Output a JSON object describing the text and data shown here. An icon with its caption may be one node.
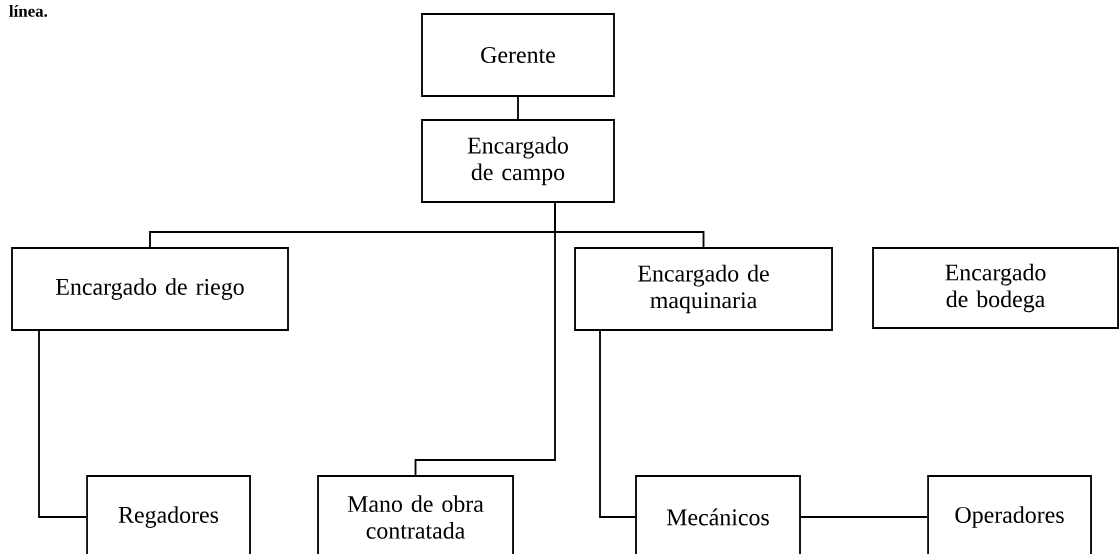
{
  "diagram": {
    "nodes": [
      {
        "text": [
          "Gerente"
        ]
      },
      {
        "text": [
          "Encargado de campo"
        ]
      },
      {
        "text": [
          "Encargado de riego"
        ]
      },
      {
        "text": [
          "Encargado de maquinaria"
        ]
      },
      {
        "text": [
          "Encargado de bodega"
        ]
      },
      {
        "text": [
          "Regadores"
        ]
      },
      {
        "text": [
          "Mano de obra contratada"
        ]
      },
      {
        "text": [
          "Mecánicos"
        ]
      },
      {
        "text": [
          "Operadores"
        ]
      }
    ],
    "edges": [
      {
        "from": 0,
        "to": 1,
        "arrow": "none"
      },
      {
        "from": 1,
        "to": 2,
        "arrow": "none"
      },
      {
        "from": 1,
        "to": 3,
        "arrow": "none"
      },
      {
        "from": 1,
        "to": 6,
        "arrow": "none"
      },
      {
        "from": 2,
        "to": 5,
        "arrow": "none"
      },
      {
        "from": 3,
        "to": 7,
        "arrow": "none"
      },
      {
        "from": 7,
        "to": 8,
        "arrow": "none"
      }
    ],
    "labels": [
      "línea."
    ]
  }
}
